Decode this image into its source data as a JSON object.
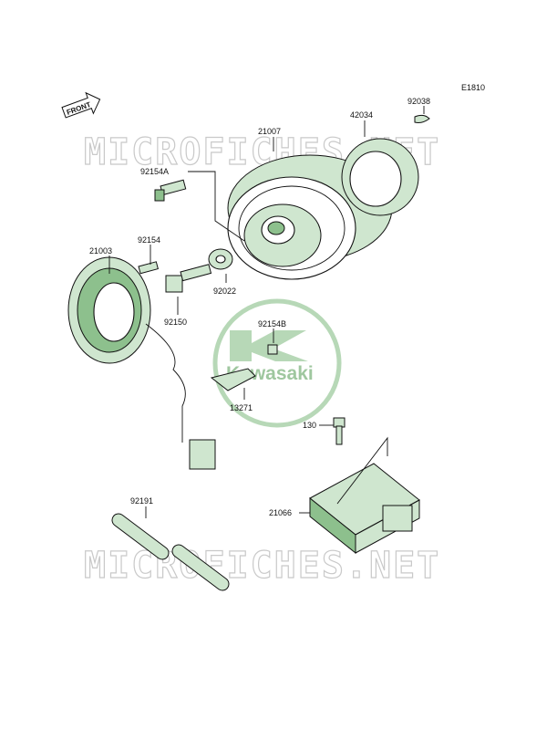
{
  "diagram": {
    "figure_code": "E1810",
    "front_label": "FRONT",
    "watermark_top": "MICROFICHES.NET",
    "watermark_bottom": "MICROFICHES.NET",
    "logo_text": "Kawasaki",
    "colors": {
      "part_fill": "#cfe6cf",
      "part_dark": "#8dc08d",
      "watermark": "#c9c9c9",
      "logo": "#9fc79f"
    },
    "parts": [
      {
        "id": "p21007",
        "number": "21007"
      },
      {
        "id": "p42034",
        "number": "42034"
      },
      {
        "id": "p92038",
        "number": "92038"
      },
      {
        "id": "p92154a",
        "number": "92154A"
      },
      {
        "id": "p21003",
        "number": "21003"
      },
      {
        "id": "p92154",
        "number": "92154"
      },
      {
        "id": "p92022",
        "number": "92022"
      },
      {
        "id": "p92150",
        "number": "92150"
      },
      {
        "id": "p92154b",
        "number": "92154B"
      },
      {
        "id": "p13271",
        "number": "13271"
      },
      {
        "id": "p130",
        "number": "130"
      },
      {
        "id": "p21066",
        "number": "21066"
      },
      {
        "id": "p92191",
        "number": "92191"
      }
    ]
  }
}
